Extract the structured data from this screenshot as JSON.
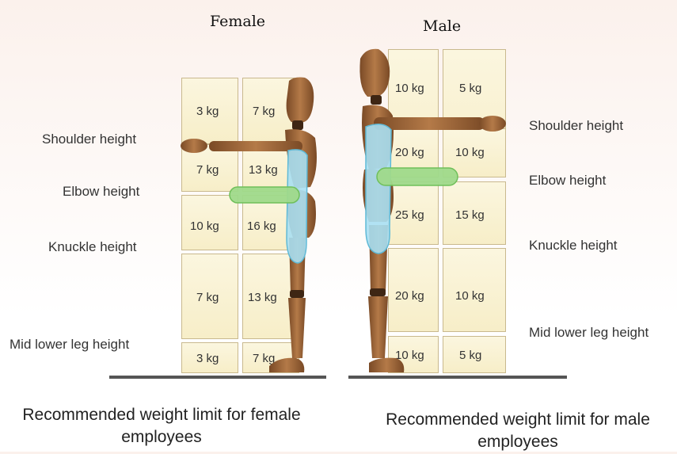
{
  "female": {
    "title": "Female",
    "labels": [
      "Shoulder height",
      "Elbow height",
      "Knuckle height",
      "Mid lower leg height"
    ],
    "grid": [
      [
        "3 kg",
        "7 kg"
      ],
      [
        "7 kg",
        "13 kg"
      ],
      [
        "10 kg",
        "16 kg"
      ],
      [
        "7 kg",
        "13 kg"
      ],
      [
        "3 kg",
        "7 kg"
      ]
    ],
    "caption": "Recommended weight limit for female employees"
  },
  "male": {
    "title": "Male",
    "labels": [
      "Shoulder height",
      "Elbow height",
      "Knuckle height",
      "Mid lower leg height"
    ],
    "grid": [
      [
        "10 kg",
        "5 kg"
      ],
      [
        "20 kg",
        "10 kg"
      ],
      [
        "25 kg",
        "15 kg"
      ],
      [
        "20 kg",
        "10 kg"
      ],
      [
        "10 kg",
        "5 kg"
      ]
    ],
    "caption": "Recommended weight limit for male employees"
  },
  "colors": {
    "box_border": "#c9b98e",
    "box_fill": "#f8f0cf",
    "mannequin": "#9b6237",
    "highlight_blue": "#a8dff2",
    "highlight_green": "#9fd98a",
    "floor": "#555555"
  }
}
